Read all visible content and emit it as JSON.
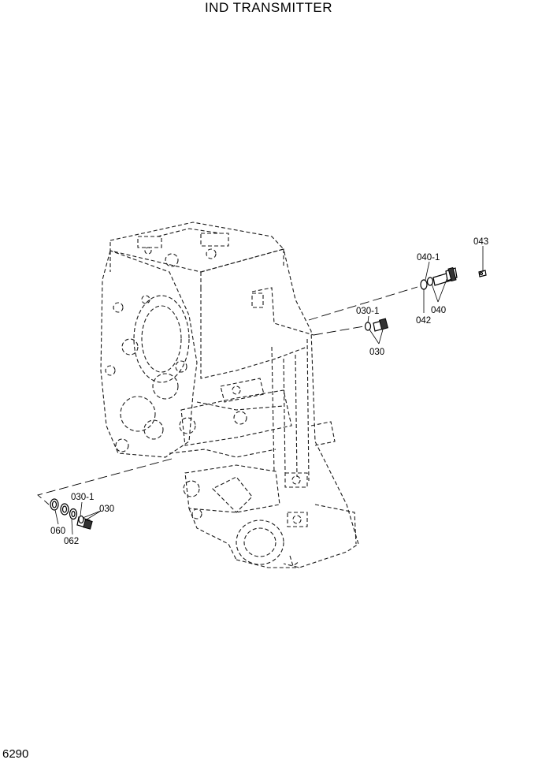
{
  "title": "IND TRANSMITTER",
  "page_number": "6290",
  "callouts": {
    "c043": "043",
    "c040_1": "040-1",
    "c040": "040",
    "c042": "042",
    "c030_1_right": "030-1",
    "c030_right": "030",
    "c030_1_left": "030-1",
    "c030_left": "030",
    "c060": "060",
    "c062": "062"
  }
}
